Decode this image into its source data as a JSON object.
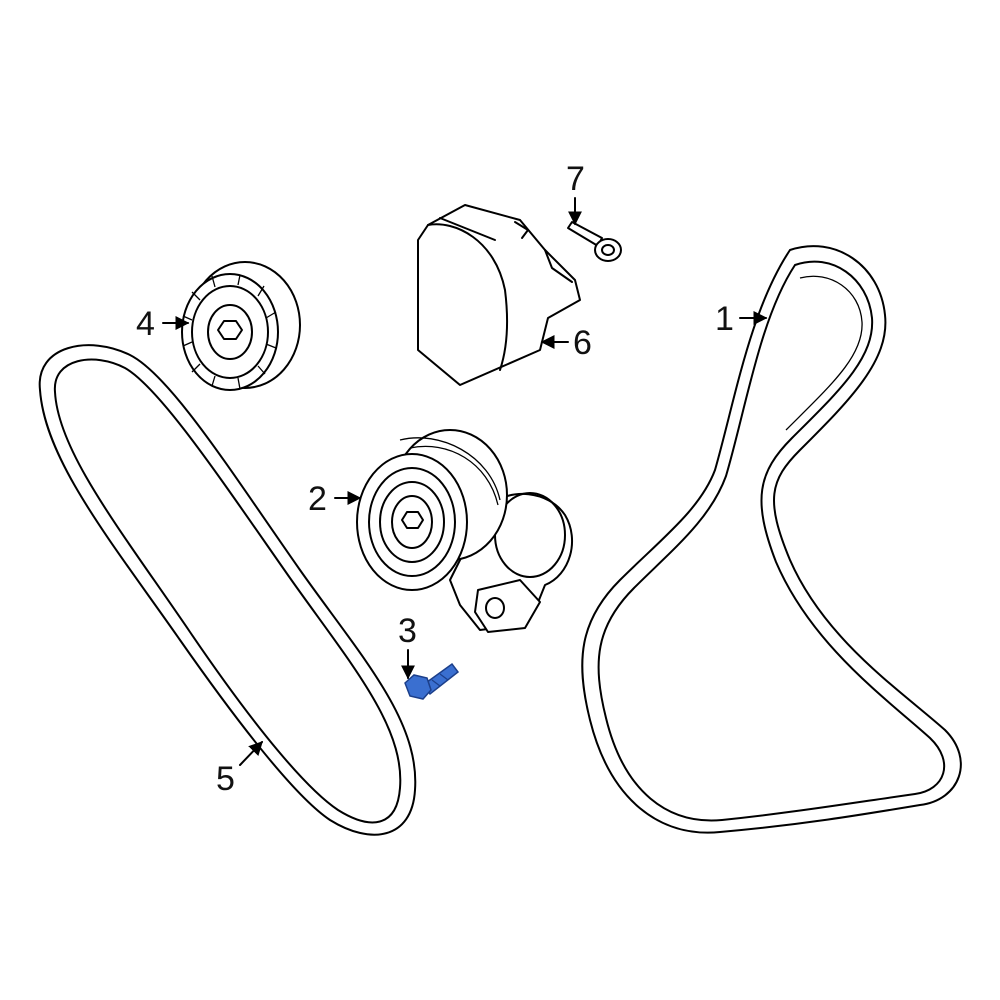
{
  "diagram": {
    "callouts": [
      {
        "id": "1",
        "label": "1"
      },
      {
        "id": "2",
        "label": "2"
      },
      {
        "id": "3",
        "label": "3"
      },
      {
        "id": "4",
        "label": "4"
      },
      {
        "id": "5",
        "label": "5"
      },
      {
        "id": "6",
        "label": "6"
      },
      {
        "id": "7",
        "label": "7"
      }
    ],
    "parts": [
      {
        "id": "1",
        "name": "serpentine-belt-large"
      },
      {
        "id": "2",
        "name": "belt-tensioner-assembly"
      },
      {
        "id": "3",
        "name": "tensioner-bolt",
        "highlighted": true
      },
      {
        "id": "4",
        "name": "idler-pulley"
      },
      {
        "id": "5",
        "name": "drive-belt-small"
      },
      {
        "id": "6",
        "name": "tensioner-cover"
      },
      {
        "id": "7",
        "name": "cover-bolt"
      }
    ],
    "colors": {
      "line": "#000000",
      "highlight": "#3a6fd0",
      "background": "#ffffff"
    }
  }
}
